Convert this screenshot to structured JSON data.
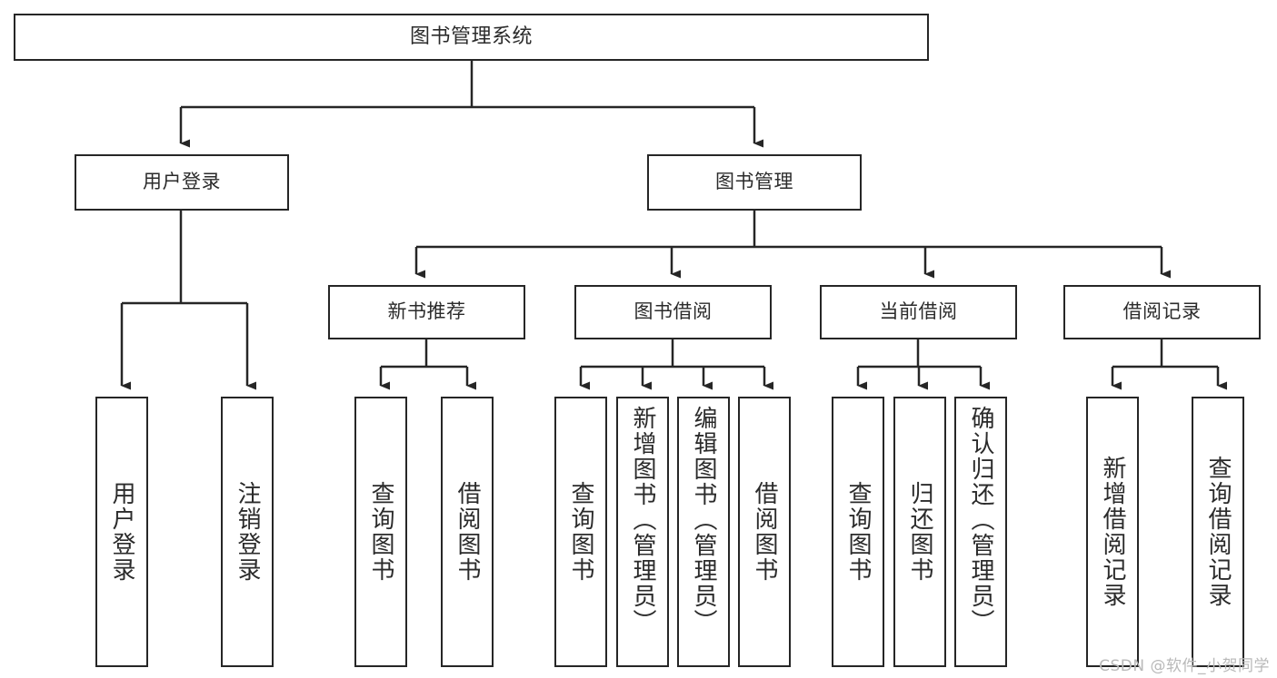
{
  "diagram": {
    "title": "图书管理系统",
    "watermark": "CSDN @软件_小贺同学",
    "colors": {
      "stroke": "#262626",
      "fill": "#ffffff",
      "text": "#2b2b2b",
      "watermark": "#b9b9b9"
    },
    "levels": {
      "root": "图书管理系统",
      "level2": [
        "用户登录",
        "图书管理"
      ],
      "level3": [
        "新书推荐",
        "图书借阅",
        "当前借阅",
        "借阅记录"
      ]
    },
    "nodes": {
      "root": {
        "label": "图书管理系统"
      },
      "user_login": {
        "label": "用户登录"
      },
      "book_manage": {
        "label": "图书管理"
      },
      "new_book_rec": {
        "label": "新书推荐"
      },
      "book_borrow": {
        "label": "图书借阅"
      },
      "current_borrow": {
        "label": "当前借阅"
      },
      "borrow_record": {
        "label": "借阅记录"
      },
      "leaf_user_login": {
        "label": "用户登录"
      },
      "leaf_logout": {
        "label": "注销登录"
      },
      "leaf_query_book_1": {
        "label": "查询图书"
      },
      "leaf_borrow_book_1": {
        "label": "借阅图书"
      },
      "leaf_query_book_2": {
        "label": "查询图书"
      },
      "leaf_add_book": {
        "label": "新增图书（管理员）"
      },
      "leaf_edit_book": {
        "label": "编辑图书（管理员）"
      },
      "leaf_borrow_book_2": {
        "label": "借阅图书"
      },
      "leaf_query_book_3": {
        "label": "查询图书"
      },
      "leaf_return_book": {
        "label": "归还图书"
      },
      "leaf_confirm_return": {
        "label": "确认归还（管理员）"
      },
      "leaf_add_record": {
        "label": "新增借阅记录"
      },
      "leaf_query_record": {
        "label": "查询借阅记录"
      }
    },
    "edges": [
      {
        "from": "root",
        "to": "user_login"
      },
      {
        "from": "root",
        "to": "book_manage"
      },
      {
        "from": "book_manage",
        "to": "new_book_rec"
      },
      {
        "from": "book_manage",
        "to": "book_borrow"
      },
      {
        "from": "book_manage",
        "to": "current_borrow"
      },
      {
        "from": "book_manage",
        "to": "borrow_record"
      },
      {
        "from": "user_login",
        "to": "leaf_user_login"
      },
      {
        "from": "user_login",
        "to": "leaf_logout"
      },
      {
        "from": "new_book_rec",
        "to": "leaf_query_book_1"
      },
      {
        "from": "new_book_rec",
        "to": "leaf_borrow_book_1"
      },
      {
        "from": "book_borrow",
        "to": "leaf_query_book_2"
      },
      {
        "from": "book_borrow",
        "to": "leaf_add_book"
      },
      {
        "from": "book_borrow",
        "to": "leaf_edit_book"
      },
      {
        "from": "book_borrow",
        "to": "leaf_borrow_book_2"
      },
      {
        "from": "current_borrow",
        "to": "leaf_query_book_3"
      },
      {
        "from": "current_borrow",
        "to": "leaf_return_book"
      },
      {
        "from": "current_borrow",
        "to": "leaf_confirm_return"
      },
      {
        "from": "borrow_record",
        "to": "leaf_add_record"
      },
      {
        "from": "borrow_record",
        "to": "leaf_query_record"
      }
    ]
  }
}
